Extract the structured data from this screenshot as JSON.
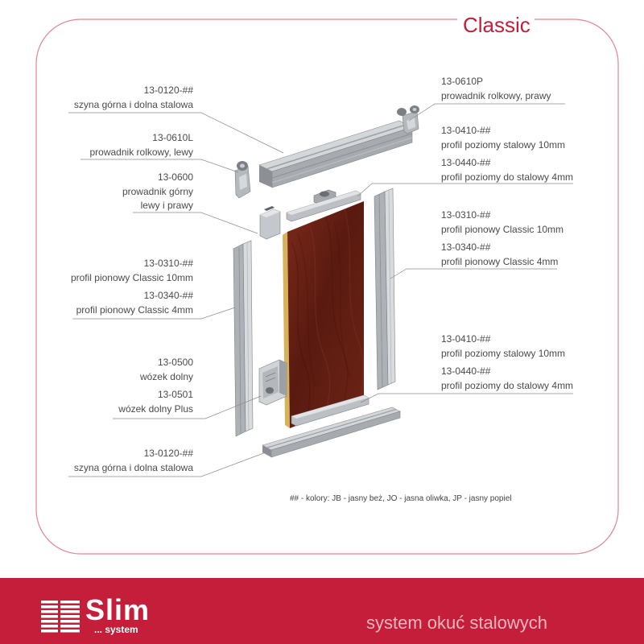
{
  "title": "Classic",
  "labels_left": [
    {
      "lines": [
        "13-0120-##",
        "szyna górna i dolna stalowa"
      ]
    },
    {
      "lines": [
        "13-0610L",
        "prowadnik rolkowy, lewy"
      ]
    },
    {
      "lines": [
        "13-0600",
        "prowadnik górny",
        "lewy i prawy"
      ]
    },
    {
      "lines": [
        "13-0310-##",
        "profil pionowy Classic 10mm",
        "13-0340-##",
        "profil pionowy Classic 4mm"
      ]
    },
    {
      "lines": [
        "13-0500",
        "wózek dolny",
        "13-0501",
        "wózek dolny Plus"
      ]
    },
    {
      "lines": [
        "13-0120-##",
        "szyna górna i dolna stalowa"
      ]
    }
  ],
  "labels_right": [
    {
      "lines": [
        "13-0610P",
        "prowadnik rolkowy, prawy"
      ]
    },
    {
      "lines": [
        "13-0410-##",
        "profil poziomy stalowy 10mm",
        "13-0440-##",
        "profil poziomy do stalowy 4mm"
      ]
    },
    {
      "lines": [
        "13-0310-##",
        "profil pionowy Classic 10mm",
        "13-0340-##",
        "profil pionowy Classic 4mm"
      ]
    },
    {
      "lines": [
        "13-0410-##",
        "profil poziomy stalowy 10mm",
        "13-0440-##",
        "profil poziomy do stalowy 4mm"
      ]
    }
  ],
  "footnote": "## - kolory: JB - jasny beż, JO - jasna oliwka, JP - jasny popiel",
  "footer": {
    "logo_main": "Slim",
    "logo_sub": "... system",
    "tagline": "system okuć stalowych"
  },
  "colors": {
    "brand": "#c41e3a",
    "border": "#e08592",
    "label": "#4a4a4a",
    "tagline": "#f2b6be",
    "wood": "#5e1d12",
    "wood-edge": "#d8b25a"
  }
}
